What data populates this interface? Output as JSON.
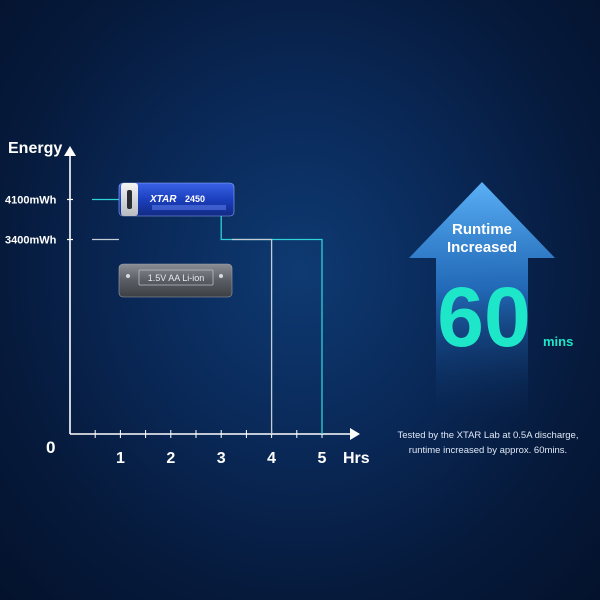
{
  "chart_data": {
    "type": "step-line",
    "ylabel": "Energy",
    "xlabel": "Hrs",
    "origin_label": "0",
    "x_ticks": [
      "1",
      "2",
      "3",
      "4",
      "5"
    ],
    "xlim": [
      0,
      5.5
    ],
    "y_ticks": [
      {
        "value": 4100,
        "label": "4100mWh"
      },
      {
        "value": 3400,
        "label": "3400mWh"
      }
    ],
    "ylim": [
      0,
      4800
    ],
    "series": [
      {
        "label": "XTAR",
        "capacity_text": "2450",
        "color": "#2fd0d6",
        "energy_mwh": 4100,
        "points": [
          [
            3,
            4100
          ],
          [
            3,
            3400
          ],
          [
            5,
            3400
          ],
          [
            5,
            0
          ]
        ]
      },
      {
        "label": "1.5V AA Li-ion",
        "color": "#c4ccd6",
        "energy_mwh": 3400,
        "points": [
          [
            4,
            3400
          ],
          [
            4,
            0
          ]
        ]
      }
    ],
    "annotation": {
      "arrow_line1": "Runtime",
      "arrow_line2": "Increased",
      "value": "60",
      "unit": "mins"
    }
  },
  "note": {
    "line1": "Tested by the XTAR Lab at 0.5A discharge,",
    "line2": "runtime increased by approx. 60mins."
  },
  "colors": {
    "accent": "#2fd0d6",
    "highlight": "#1ee6c8",
    "axis": "#ffffff"
  }
}
